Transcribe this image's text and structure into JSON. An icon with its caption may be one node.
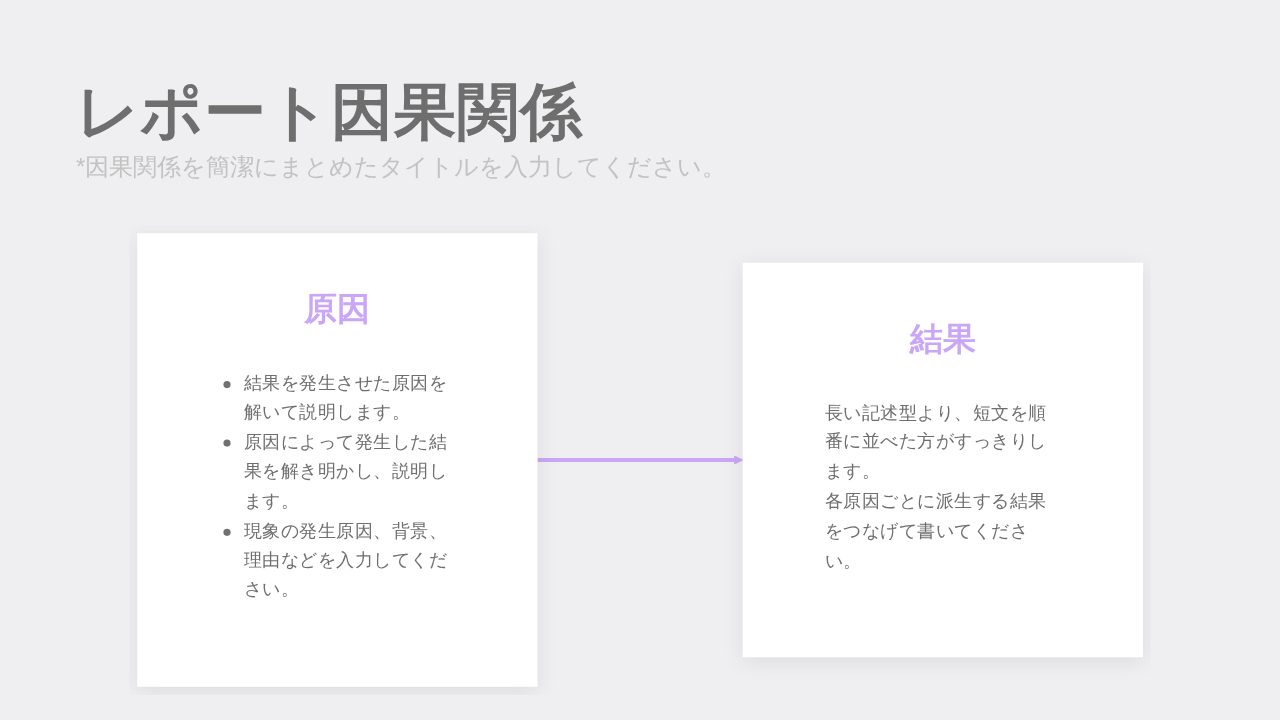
{
  "diagram": {
    "title": "レポート因果関係",
    "nodes": [
      {
        "text": [
          "原因",
          "結果を発生させた原因を解いて説明します。",
          "原因によって発生した結果を解き明かし、説明します。",
          "現象の発生原因、背景、理由などを入力してください。"
        ]
      },
      {
        "text": [
          "結果",
          "長い記述型より、短文を順番に並べた方がすっきりします。",
          "各原因ごとに派生する結果をつなげて書いてください。"
        ]
      }
    ],
    "edges": [
      {
        "from": 0,
        "to": 1,
        "arrow": "to",
        "color": "#c9a6f7"
      }
    ],
    "labels": [
      "*因果関係を簡潔にまとめたタイトルを入力してください。"
    ]
  }
}
